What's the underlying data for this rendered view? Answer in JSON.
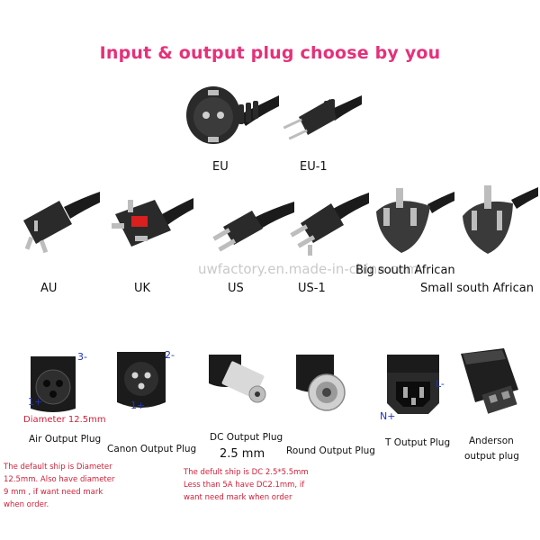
{
  "title": "Input & output plug choose by you",
  "watermark": "uwfactory.en.made-in-china.com",
  "input_plugs": [
    {
      "id": "eu",
      "label": "EU"
    },
    {
      "id": "eu1",
      "label": "EU-1"
    },
    {
      "id": "au",
      "label": "AU"
    },
    {
      "id": "uk",
      "label": "UK"
    },
    {
      "id": "us",
      "label": "US"
    },
    {
      "id": "us1",
      "label": "US-1"
    },
    {
      "id": "bsa",
      "label": "Big south African"
    },
    {
      "id": "ssa",
      "label": "Small south African"
    }
  ],
  "output_plugs": {
    "air": {
      "label": "Air Output Plug",
      "pin_pos": "3-",
      "pin_neg": "1+",
      "diameter": "Diameter 12.5mm",
      "note": [
        "The default ship is Diameter",
        "12.5mm. Also have diameter",
        "9 mm , if want need mark",
        "when order."
      ]
    },
    "canon": {
      "label": "Canon Output Plug",
      "pin_pos": "2-",
      "pin_neg": "1+"
    },
    "dc": {
      "label": "DC Output Plug",
      "size": "2.5 mm",
      "note": [
        "The defult ship is DC 2.5*5.5mm",
        "Less than 5A have DC2.1mm, if",
        "want need mark when order"
      ]
    },
    "round": {
      "label": "Round Output Plug"
    },
    "t": {
      "label": "T Output Plug",
      "pin_n": "N+",
      "pin_l": "L-"
    },
    "anderson": {
      "label_line1": "Anderson",
      "label_line2": "output plug"
    }
  },
  "colors": {
    "title": "#e5317a",
    "note": "#d0213a",
    "pin": "#2233bb",
    "plug_body": "#1b1b1b"
  }
}
